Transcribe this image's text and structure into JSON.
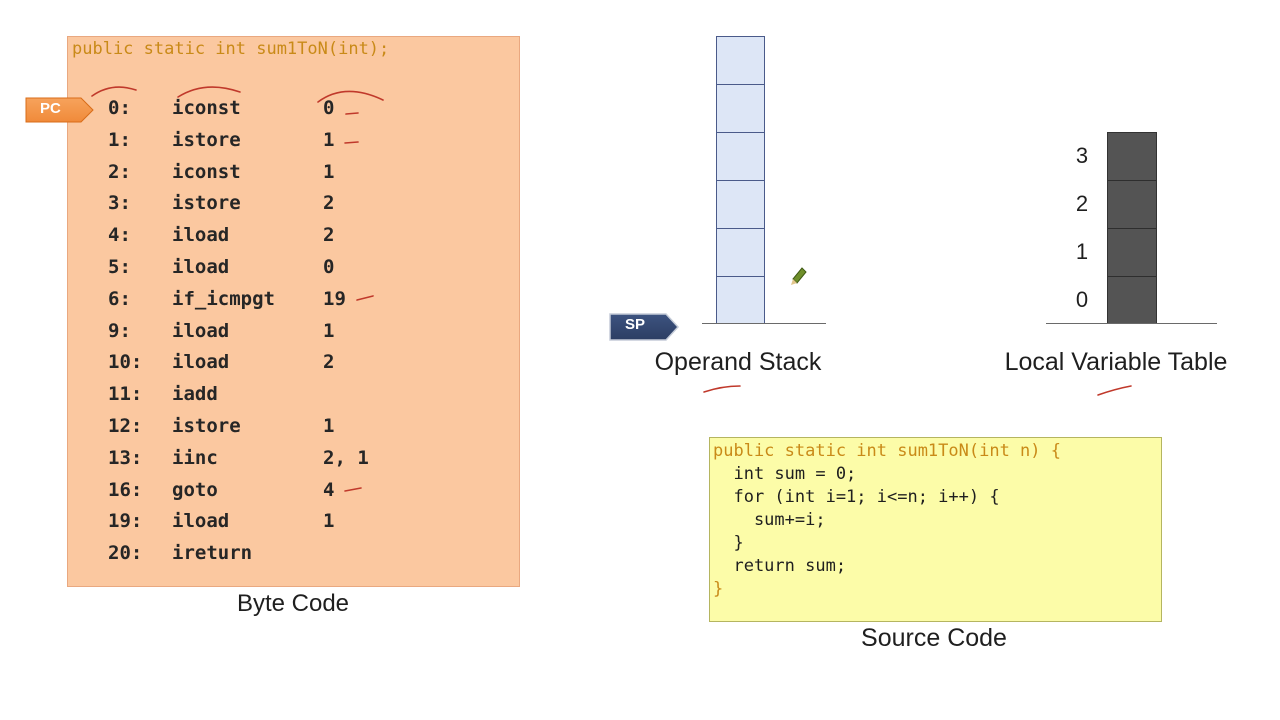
{
  "bytecode": {
    "signature": "public static int sum1ToN(int);",
    "caption": "Byte Code",
    "rows": [
      {
        "offset": "0:",
        "op": "iconst",
        "arg": "0"
      },
      {
        "offset": "1:",
        "op": "istore",
        "arg": "1"
      },
      {
        "offset": "2:",
        "op": "iconst",
        "arg": "1"
      },
      {
        "offset": "3:",
        "op": "istore",
        "arg": "2"
      },
      {
        "offset": "4:",
        "op": "iload",
        "arg": "2"
      },
      {
        "offset": "5:",
        "op": "iload",
        "arg": "0"
      },
      {
        "offset": "6:",
        "op": "if_icmpgt",
        "arg": "19"
      },
      {
        "offset": "9:",
        "op": "iload",
        "arg": "1"
      },
      {
        "offset": "10:",
        "op": "iload",
        "arg": "2"
      },
      {
        "offset": "11:",
        "op": "iadd",
        "arg": ""
      },
      {
        "offset": "12:",
        "op": "istore",
        "arg": "1"
      },
      {
        "offset": "13:",
        "op": "iinc",
        "arg": "2, 1"
      },
      {
        "offset": "16:",
        "op": "goto",
        "arg": "4"
      },
      {
        "offset": "19:",
        "op": "iload",
        "arg": "1"
      },
      {
        "offset": "20:",
        "op": "ireturn",
        "arg": ""
      }
    ]
  },
  "pc_marker": {
    "label": "PC",
    "color": "#f08a3a"
  },
  "operand_stack": {
    "caption": "Operand Stack",
    "cells": 6,
    "fill": "#dde6f6"
  },
  "sp_marker": {
    "label": "SP",
    "color": "#2c3e63"
  },
  "local_table": {
    "caption": "Local Variable Table",
    "indices": [
      "3",
      "2",
      "1",
      "0"
    ],
    "fill": "#545454"
  },
  "source": {
    "caption": "Source Code",
    "lines": [
      "public static int sum1ToN(int n) {",
      "  int sum = 0;",
      "  for (int i=1; i<=n; i++) {",
      "    sum+=i;",
      "  }",
      "  return sum;",
      "}"
    ]
  },
  "icons": {
    "pencil": "pencil-cursor-icon"
  }
}
